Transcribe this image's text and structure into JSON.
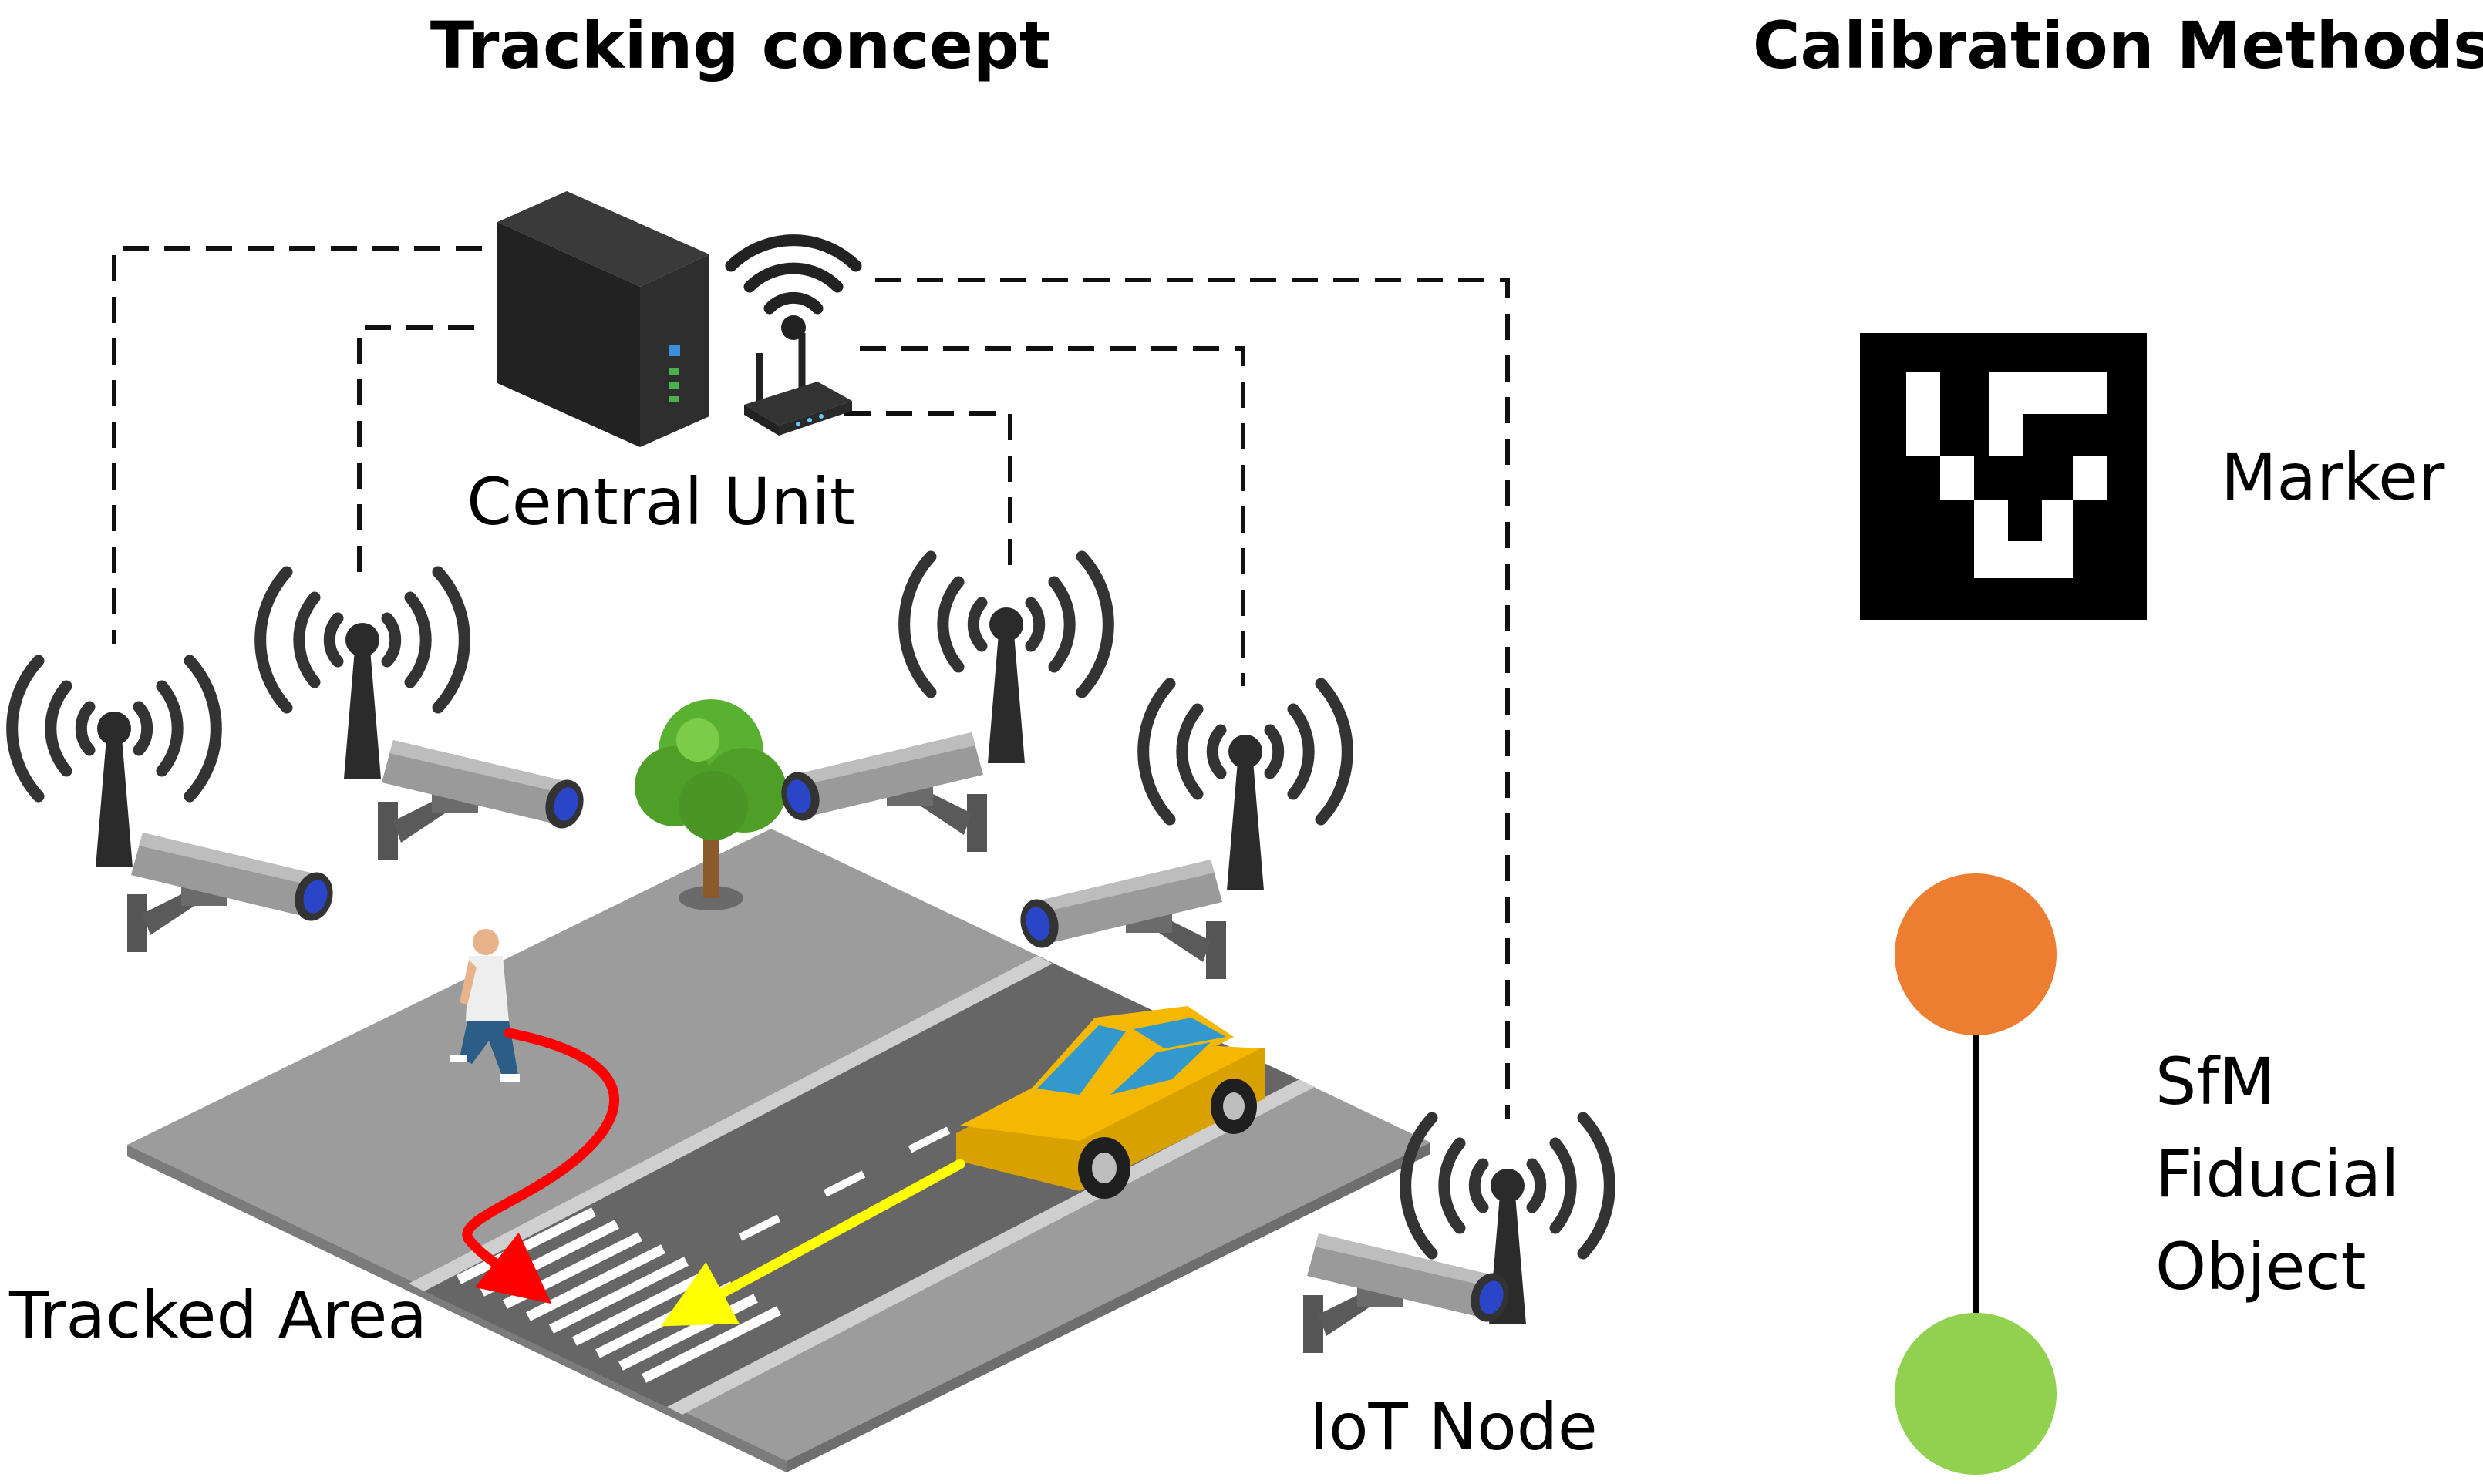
{
  "titles": {
    "tracking": "Tracking concept",
    "calibration": "Calibration Methods"
  },
  "labels": {
    "central_unit": "Central Unit",
    "tracked_area": "Tracked Area",
    "iot_node": "IoT Node",
    "marker": "Marker",
    "sfm_line1": "SfM",
    "sfm_line2": "Fiducial",
    "sfm_line3": "Object"
  },
  "colors": {
    "fiducial_top": "#ed7d31",
    "fiducial_bottom": "#92d050",
    "pedestrian_path": "#ff0000",
    "vehicle_path": "#ffff00",
    "car_body": "#f5b800",
    "tree": "#5ab030",
    "camera_lens": "#2a45c8"
  },
  "icons": {
    "central_unit": "server-tower-icon",
    "router": "wifi-router-icon",
    "node_antenna": "radio-antenna-icon",
    "camera": "cctv-camera-icon",
    "car": "car-icon",
    "pedestrian": "pedestrian-icon",
    "tree": "tree-icon",
    "marker": "fiducial-marker-icon"
  }
}
